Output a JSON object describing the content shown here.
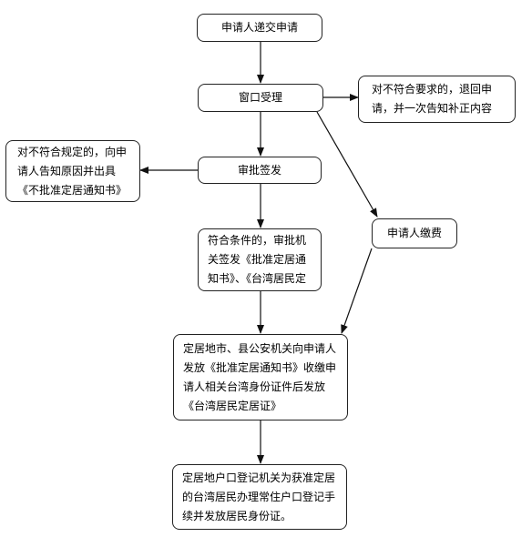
{
  "nodes": {
    "submit": "申请人递交申请",
    "accept": "窗口受理",
    "reject_return": "对不符合要求的，退回申请，并一次告知补正内容",
    "review": "审批签发",
    "reject_notice": "对不符合规定的，向申请人告知原因并出具《不批准定居通知书》",
    "pay": "申请人缴费",
    "approve": "符合条件的，审批机关签发《批准定居通知书》、《台湾居民定",
    "issue": "定居地市、县公安机关向申请人发放《批准定居通知书》收缴申请人相关台湾身份证件后发放《台湾居民定居证》",
    "register": "定居地户口登记机关为获准定居的台湾居民办理常住户口登记手续并发放居民身份证。"
  }
}
